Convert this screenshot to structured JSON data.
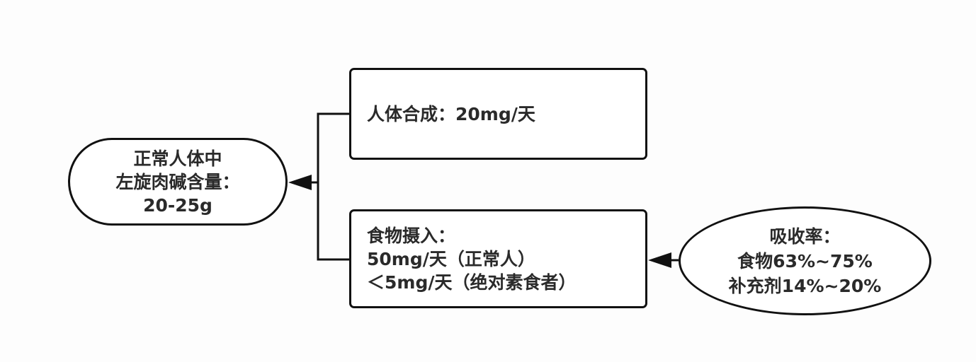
{
  "diagram": {
    "type": "flow",
    "colors": {
      "background": "#fdfdfd",
      "stroke": "#111111",
      "text": "#2a2a2a",
      "fill": "#ffffff"
    },
    "nodes": {
      "total": {
        "shape": "rounded-pill",
        "lines": [
          "正常人体中",
          "左旋肉碱含量：",
          "20-25g"
        ]
      },
      "synthesis": {
        "shape": "rectangle",
        "lines": [
          "人体合成：20mg/天"
        ]
      },
      "intake": {
        "shape": "rectangle",
        "lines": [
          "食物摄入：",
          "50mg/天（正常人）",
          "＜5mg/天（绝对素食者）"
        ]
      },
      "absorption": {
        "shape": "ellipse",
        "lines": [
          "吸收率：",
          "食物63%~75%",
          "补充剂14%~20%"
        ]
      }
    },
    "edges": [
      {
        "from": "synthesis",
        "to": "total",
        "style": "bracket-arrow"
      },
      {
        "from": "intake",
        "to": "total",
        "style": "bracket-arrow"
      },
      {
        "from": "absorption",
        "to": "intake",
        "style": "arrow"
      }
    ]
  }
}
